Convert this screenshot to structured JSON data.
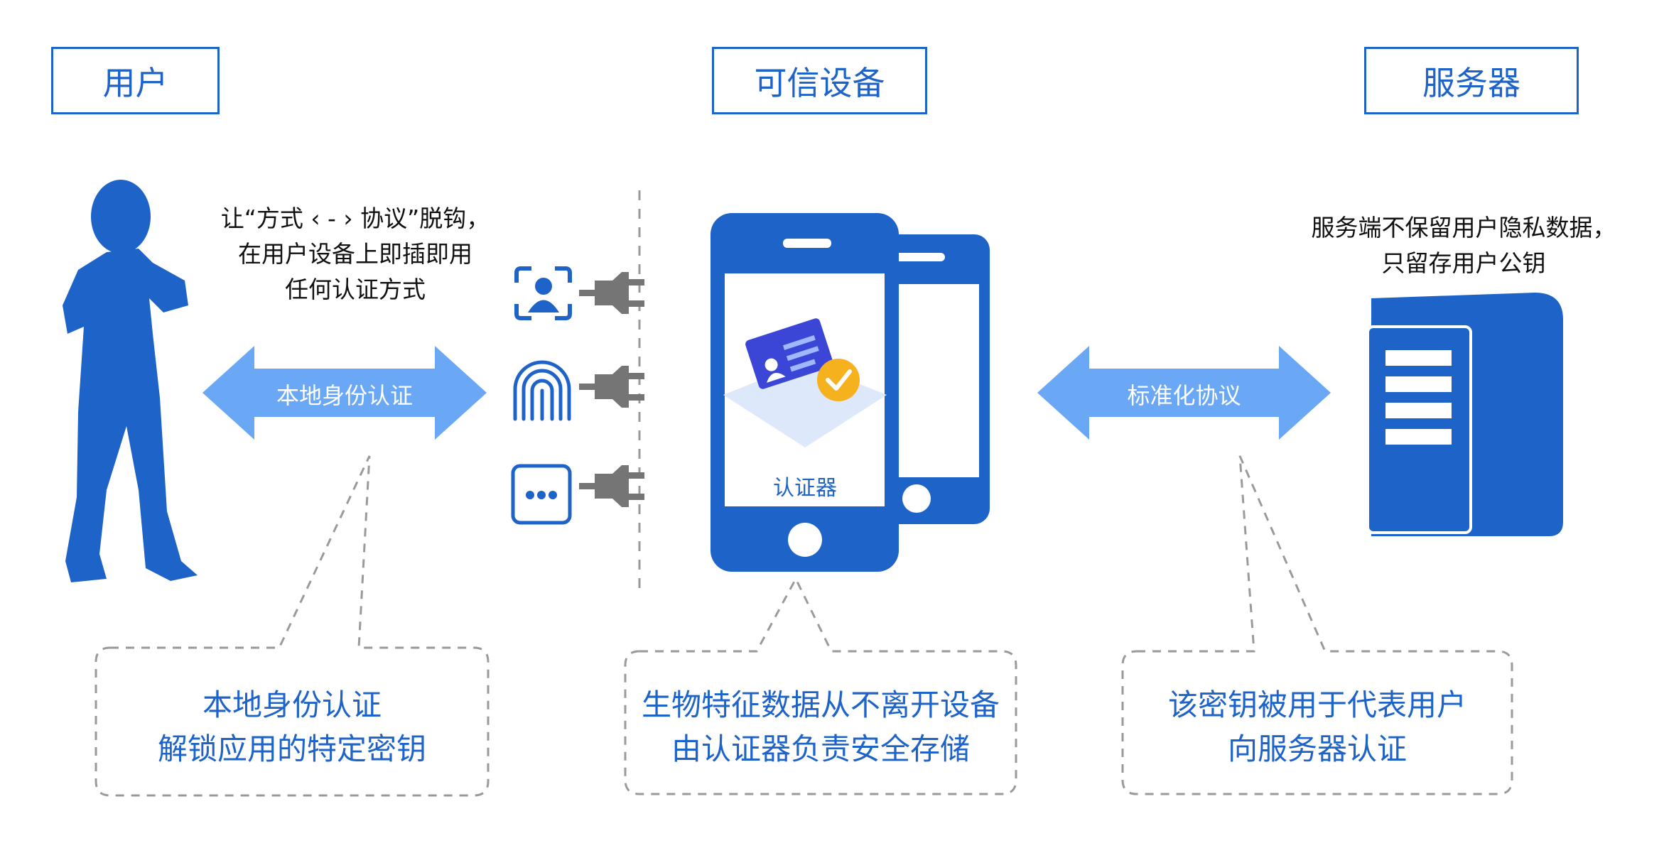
{
  "columns": {
    "user": "用户",
    "trusted_device": "可信设备",
    "server": "服务器"
  },
  "user_note": [
    "让“方式 ‹ - › 协议”脱钩，",
    "在用户设备上即插即用",
    "任何认证方式"
  ],
  "server_note": [
    "服务端不保留用户隐私数据，",
    "只留存用户公钥"
  ],
  "arrows": {
    "local_auth": "本地身份认证",
    "standard_protocol": "标准化协议"
  },
  "device": {
    "authenticator_label": "认证器"
  },
  "auth_methods": [
    "face-recognition-icon",
    "fingerprint-icon",
    "more-methods-icon"
  ],
  "callouts": {
    "left": [
      "本地身份认证",
      "解锁应用的特定密钥"
    ],
    "middle": [
      "生物特征数据从不离开设备",
      "由认证器负责安全存储"
    ],
    "right": [
      "该密钥被用于代表用户",
      "向服务器认证"
    ]
  },
  "colors": {
    "primary_blue": "#1e63c8",
    "arrow_blue": "#6aa8f5",
    "dashed_gray": "#9a9a9a",
    "badge_yellow": "#f5b21e"
  }
}
